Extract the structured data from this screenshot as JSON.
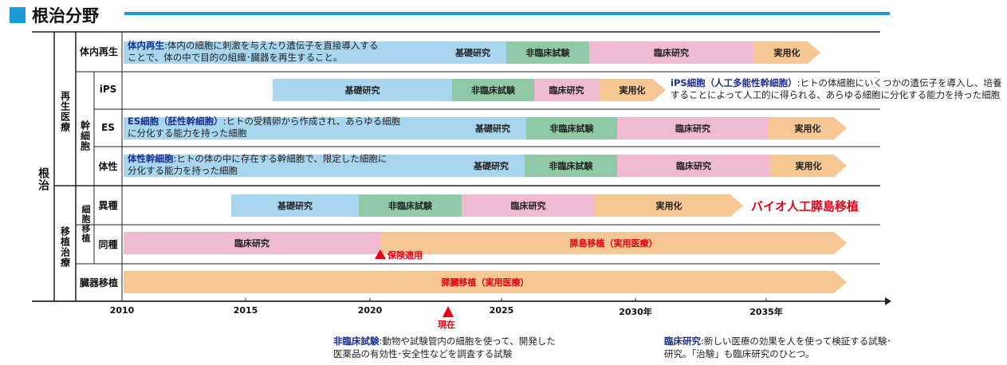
{
  "header": {
    "title": "根治分野"
  },
  "categories": {
    "root": "根治",
    "regen": "再生医療",
    "stem": "幹細胞",
    "transplant": "移植治療",
    "cell_transplant": "細胞移植"
  },
  "rows": {
    "in_vivo": {
      "label": "体内再生",
      "title": "体内再生",
      "desc1": ":体内の細胞に刺激を与えたり遺伝子を直接導入する",
      "desc2": "ことで、体の中で目的の組織･臓器を再生すること。"
    },
    "ips": {
      "label": "iPS",
      "title": "iPS細胞（人工多能性幹細胞）",
      "desc1": ":ヒトの体細胞にいくつかの遺伝子を導入し、培養",
      "desc2": "することによって人工的に得られる、あらゆる細胞に分化する能力を持った細胞"
    },
    "es": {
      "label": "ES",
      "title": "ES細胞（胚性幹細胞）",
      "desc1": ":ヒトの受精卵から作成され、あらゆる細胞",
      "desc2": "に分化する能力を持った細胞"
    },
    "somatic": {
      "label": "体性",
      "title": "体性幹細胞",
      "desc1": ":ヒトの体の中に存在する幹細胞で、限定した細胞に",
      "desc2": "分化する能力を持った細胞"
    },
    "xeno": {
      "label": "異種",
      "highlight": "バイオ人工膵島移植"
    },
    "allo": {
      "label": "同種"
    },
    "organ": {
      "label": "臓器移植"
    }
  },
  "stages": {
    "basic": "基礎研究",
    "nonclinical": "非臨床試験",
    "clinical": "臨床研究",
    "practical": "実用化",
    "islet_practical": "膵島移植（実用医療）",
    "pancreas_practical": "膵臓移植（実用医療）"
  },
  "markers": {
    "insurance": "保険適用",
    "now": "現在"
  },
  "axis": {
    "ticks": [
      "2010",
      "2015",
      "2020",
      "2025",
      "2030年",
      "2035年"
    ]
  },
  "notes": {
    "nonclinical_title": "非臨床試験",
    "nonclinical_1": ":動物や試験管内の細胞を使って、開発した",
    "nonclinical_2": "医薬品の有効性･安全性などを調査する試験",
    "clinical_title": "臨床研究",
    "clinical_1": ":新しい医療の効果を人を使って検証する試験･",
    "clinical_2": "研究。「治験」も臨床研究のひとつ。"
  },
  "colors": {
    "accent": "#1b9ad6",
    "basic": "#a7d6ee",
    "nonclinical": "#8fc9a6",
    "clinical": "#efbad2",
    "practical": "#f6c693",
    "marker": "#e60012",
    "title_blue": "#1b2f8f"
  }
}
